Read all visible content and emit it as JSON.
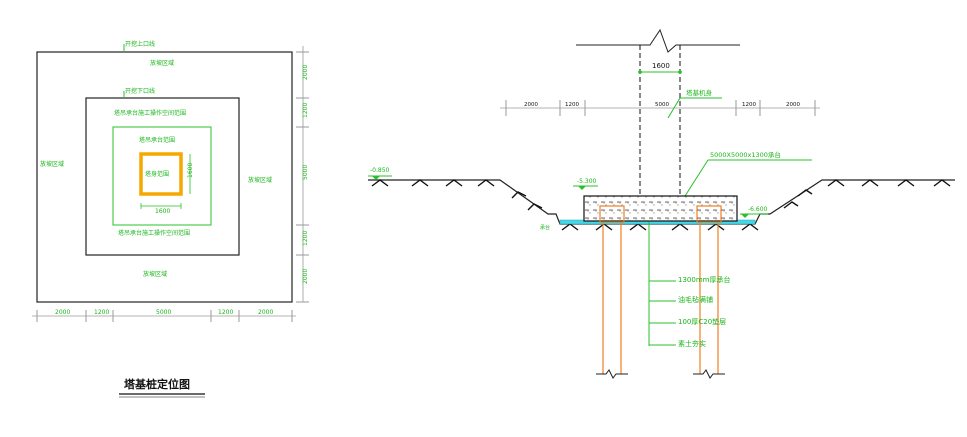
{
  "plan": {
    "excavation_top_line": "开挖上口线",
    "excavation_bottom_line": "开挖下口线",
    "slope_area_top": "放坡区域",
    "slope_area_left": "放坡区域",
    "slope_area_right": "放坡区域",
    "slope_area_bottom": "放坡区域",
    "workspace_top": "塔吊承台施工操作空间范围",
    "workspace_bottom": "塔吊承台施工操作空间范围",
    "cap_range": "塔吊承台范围",
    "tower_body_range": "塔身范围",
    "dim_1600_plan": "1600",
    "dim_1600_vert": "1600",
    "right_dims": [
      "2000",
      "1200",
      "5000",
      "1200",
      "2000"
    ],
    "bottom_dims": [
      "2000",
      "1200",
      "5000",
      "1200",
      "2000"
    ],
    "caption": "塔基桩定位图"
  },
  "section": {
    "dim_1600": "1600",
    "top_dims": [
      "2000",
      "1200",
      "5000",
      "1200",
      "2000"
    ],
    "tower_body": "塔基机身",
    "cap_size": "5000X5000x1300承台",
    "elev_left": "-0.850",
    "elev_top_cap": "-5.300",
    "elev_bottom": "-6.600",
    "left_small": "承台",
    "legend": [
      "1300mm厚承台",
      "油毛毡满铺",
      "100厚C20垫层",
      "素土夯实"
    ]
  },
  "colors": {
    "green": "#28c028",
    "yellow": "#f5a800",
    "orange": "#f07f20",
    "cyan": "#46d6e6"
  }
}
